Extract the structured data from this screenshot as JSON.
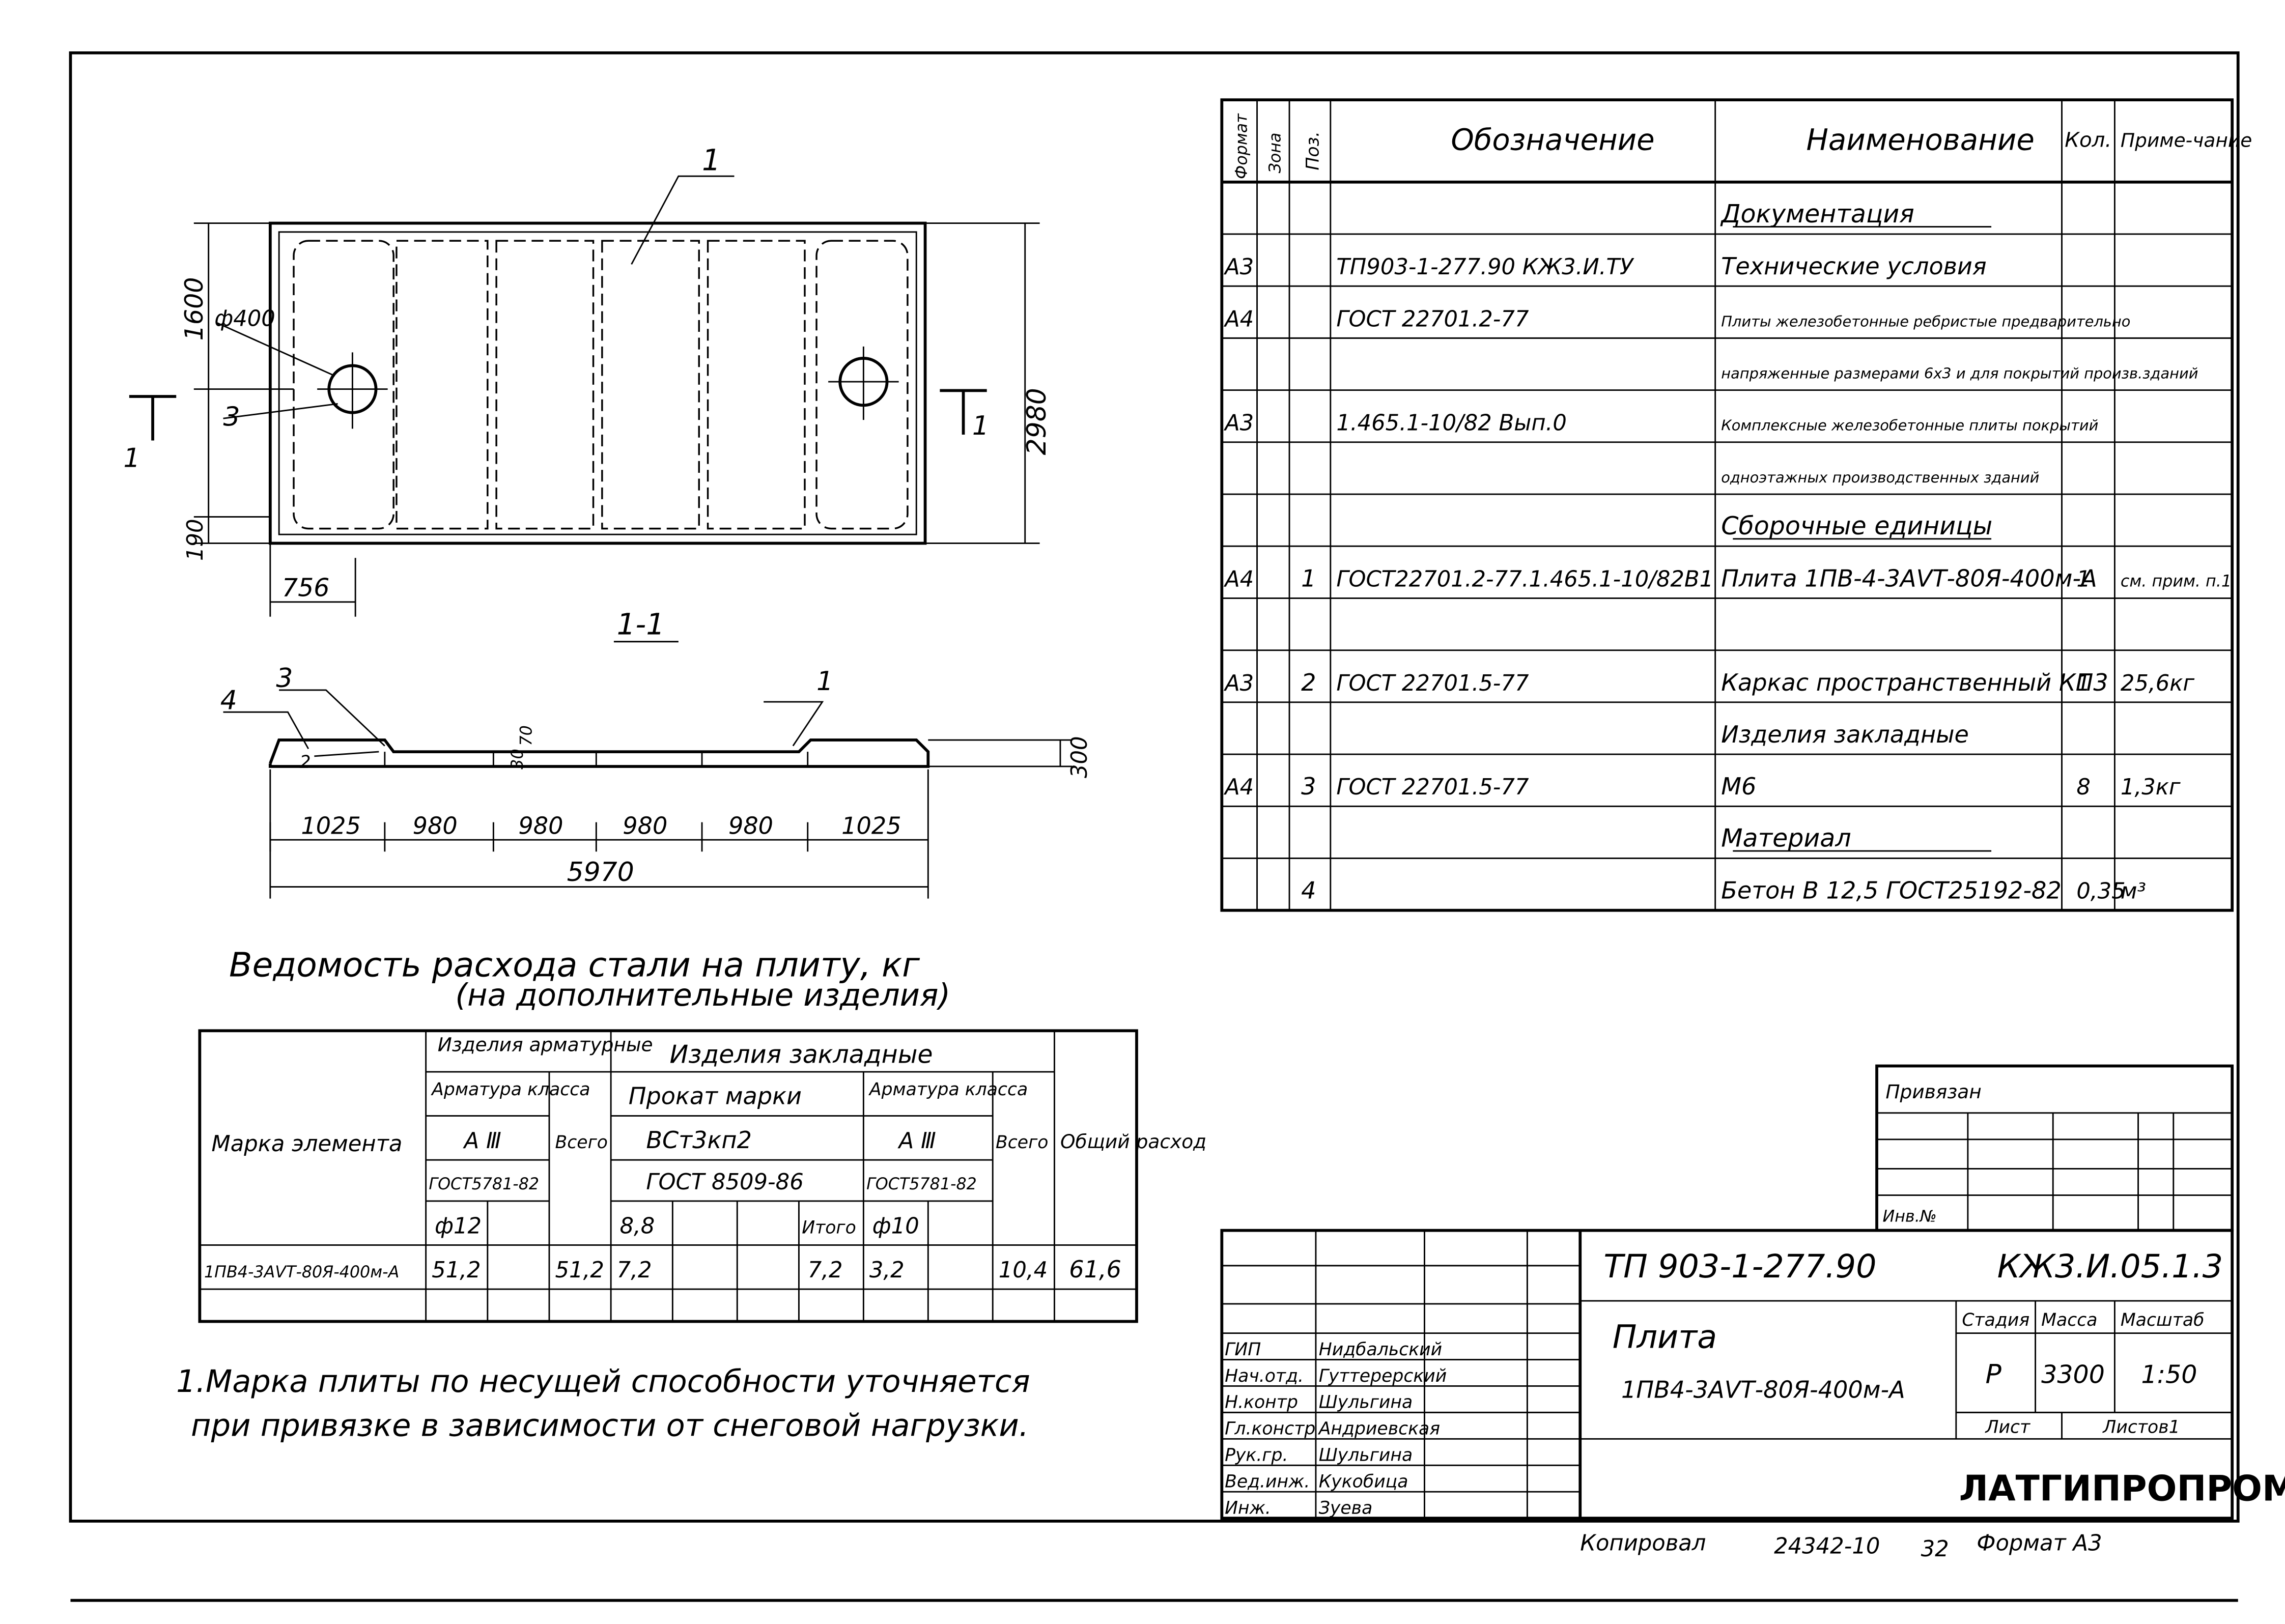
{
  "drawing": {
    "plan": {
      "leader_1": "1",
      "dim_1600": "1600",
      "hole_dia": "ф400",
      "leader_3": "3",
      "dim_2980": "2980",
      "dim_190": "190",
      "dim_756": "756",
      "section_mark_left": "1",
      "section_mark_right": "1"
    },
    "section": {
      "title": "1-1",
      "leader_3": "3",
      "leader_4": "4",
      "leader_1": "1",
      "leader_2": "2",
      "dim_70": "70",
      "dim_30": "30",
      "dim_300": "300",
      "spans": [
        "1025",
        "980",
        "980",
        "980",
        "980",
        "1025"
      ],
      "total": "5970"
    }
  },
  "spec_table": {
    "headers": {
      "format": "Формат",
      "zone": "Зона",
      "pos": "Поз.",
      "designation": "Обозначение",
      "name": "Наименование",
      "qty": "Кол.",
      "note": "Приме-чание"
    },
    "rows": [
      {
        "format": "",
        "pos": "",
        "designation": "",
        "name": "Документация",
        "qty": "",
        "note": "",
        "heading": true
      },
      {
        "format": "А3",
        "pos": "",
        "designation": "ТП903-1-277.90 КЖ3.И.ТУ",
        "name": "Технические условия",
        "qty": "",
        "note": ""
      },
      {
        "format": "А4",
        "pos": "",
        "designation": "ГОСТ 22701.2-77",
        "name": "Плиты железобетонные ребристые предварительно",
        "qty": "",
        "note": ""
      },
      {
        "format": "",
        "pos": "",
        "designation": "",
        "name": "напряженные размерами 6х3 и для покрытий произв.зданий",
        "qty": "",
        "note": ""
      },
      {
        "format": "А3",
        "pos": "",
        "designation": "1.465.1-10/82 Вып.0",
        "name": "Комплексные железобетонные плиты покрытий",
        "qty": "",
        "note": ""
      },
      {
        "format": "",
        "pos": "",
        "designation": "",
        "name": "одноэтажных производственных зданий",
        "qty": "",
        "note": ""
      },
      {
        "format": "",
        "pos": "",
        "designation": "",
        "name": "Сборочные единицы",
        "qty": "",
        "note": "",
        "heading": true
      },
      {
        "format": "А4",
        "pos": "1",
        "designation": "ГОСТ22701.2-77.1.465.1-10/82В1",
        "name": "Плита 1ПВ-4-3АⅤТ-80Я-400м-А",
        "qty": "1",
        "note": "см. прим. п.1"
      },
      {
        "format": "",
        "pos": "",
        "designation": "",
        "name": "",
        "qty": "",
        "note": ""
      },
      {
        "format": "А3",
        "pos": "2",
        "designation": "ГОСТ 22701.5-77",
        "name": "Каркас пространственный КП3",
        "qty": "1",
        "note": "25,6кг"
      },
      {
        "format": "",
        "pos": "",
        "designation": "",
        "name": "Изделия закладные",
        "qty": "",
        "note": ""
      },
      {
        "format": "А4",
        "pos": "3",
        "designation": "ГОСТ 22701.5-77",
        "name": "М6",
        "qty": "8",
        "note": "1,3кг"
      },
      {
        "format": "",
        "pos": "",
        "designation": "",
        "name": "Материал",
        "qty": "",
        "note": "",
        "heading": true
      },
      {
        "format": "",
        "pos": "4",
        "designation": "",
        "name": "Бетон В 12,5 ГОСТ25192-82",
        "qty": "0,35",
        "note": "м³"
      }
    ]
  },
  "steel_table": {
    "title": "Ведомость расхода стали на плиту, кг",
    "subtitle": "(на дополнительные изделия)",
    "element_mark": "Марка элемента",
    "rebar_group": "Изделия арматурные",
    "rebar_class": "Арматура класса",
    "rebar_class_val": "А Ⅲ",
    "rebar_gost": "ГОСТ5781-82",
    "rebar_dia": "ф12",
    "total_label_1": "Всего",
    "embed_group": "Изделия закладные",
    "prokat": "Прокат марки",
    "prokat_val": "ВСт3кп2",
    "prokat_gost": "ГОСТ 8509-86",
    "prokat_dia": "8,8",
    "itogo": "Итого",
    "embed_rebar_class": "Арматура класса",
    "embed_rebar_val": "А Ⅲ",
    "embed_gost": "ГОСТ5781-82",
    "embed_dia": "ф10",
    "total_label_2": "Всего",
    "general": "Общий расход",
    "row": {
      "mark": "1ПВ4-3АⅤТ-80Я-400м-А",
      "rebar": "51,2",
      "rebar_total": "51,2",
      "prokat": "7,2",
      "itogo": "7,2",
      "embed_rebar": "3,2",
      "embed_total": "10,4",
      "general": "61,6"
    }
  },
  "note": {
    "line1": "1.Марка плиты по несущей способности уточняется",
    "line2": "при привязке в зависимости от снеговой нагрузки."
  },
  "stamp": {
    "privyazan": "Привязан",
    "inv": "Инв.№",
    "code": "ТП 903-1-277.90",
    "sheet_code": "КЖ3.И.05.1.3",
    "title": "Плита",
    "subtitle": "1ПВ4-3АⅤТ-80Я-400м-А",
    "stage_label": "Стадия",
    "mass_label": "Масса",
    "scale_label": "Масштаб",
    "stage": "Р",
    "mass": "3300",
    "scale": "1:50",
    "sheet_label": "Лист",
    "sheets_label": "Листов1",
    "org": "ЛАТГИПРОПРОМ",
    "roles": [
      {
        "role": "ГИП",
        "name": "Нидбальский"
      },
      {
        "role": "Нач.отд.",
        "name": "Гуттерерский"
      },
      {
        "role": "Н.контр",
        "name": "Шульгина"
      },
      {
        "role": "Гл.констр",
        "name": "Андриевская"
      },
      {
        "role": "Рук.гр.",
        "name": "Шульгина"
      },
      {
        "role": "Вед.инж.",
        "name": "Кукобица"
      },
      {
        "role": "Инж.",
        "name": "Зуева"
      }
    ]
  },
  "footer": {
    "copied": "Копировал",
    "number": "24342-10",
    "page": "32",
    "format": "Формат А3"
  }
}
